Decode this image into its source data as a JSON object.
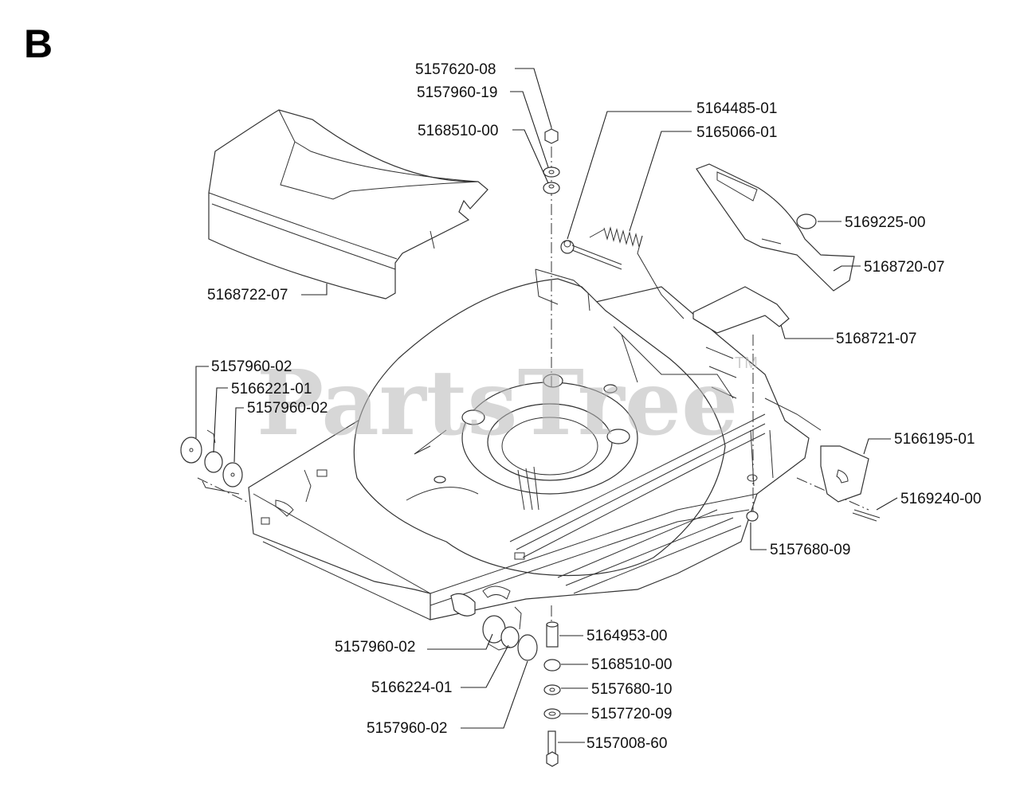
{
  "section_letter": "B",
  "watermark": {
    "text": "PartsTree",
    "trademark": "TM"
  },
  "part_labels": [
    "5157620-08",
    "5157960-19",
    "5168510-00",
    "5164485-01",
    "5165066-01",
    "5169225-00",
    "5168720-07",
    "5168722-07",
    "5168721-07",
    "5157960-02",
    "5166221-01",
    "5157960-02",
    "5166195-01",
    "5169240-00",
    "5157680-09",
    "5164953-00",
    "5157960-02",
    "5168510-00",
    "5157680-10",
    "5166224-01",
    "5157720-09",
    "5157960-02",
    "5157008-60"
  ]
}
